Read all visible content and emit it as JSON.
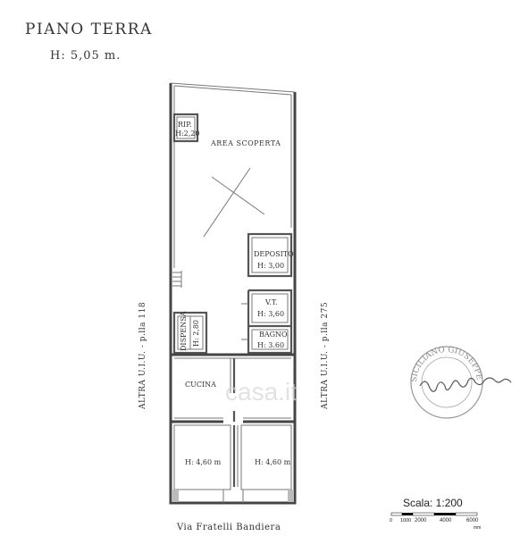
{
  "header": {
    "title": "PIANO TERRA",
    "height": "H: 5,05 m."
  },
  "rooms": {
    "rip": "RIP.",
    "rip_height": "H:2,20",
    "area_scoperta": "AREA SCOPERTA",
    "deposito": "DEPOSITO",
    "deposito_height": "H: 3,00",
    "vt": "V.T.",
    "vt_height": "H: 3,60",
    "bagno": "BAGNO",
    "bagno_height": "H: 3.60",
    "dispensa": "DISPENSA",
    "dispensa_height": "H: 2,80",
    "cucina": "CUCINA",
    "room_left_height": "H: 4,60  m",
    "room_right_height": "H: 4,60  m"
  },
  "labels": {
    "left_neighbor": "ALTRA U.I.U. - p.lla 118",
    "right_neighbor": "ALTRA U.I.U. - p.lla 275",
    "street": "Via Fratelli Bandiera",
    "watermark": "casa.it"
  },
  "scale": {
    "title": "Scala: 1:200",
    "ticks": [
      "0",
      "1000",
      "2000",
      "4000",
      "6000"
    ],
    "unit": "mm"
  },
  "stamp": {
    "text": "SICILIANO GIUSEPPE"
  },
  "colors": {
    "wall": "#555555",
    "text": "#333333",
    "background": "#ffffff"
  }
}
